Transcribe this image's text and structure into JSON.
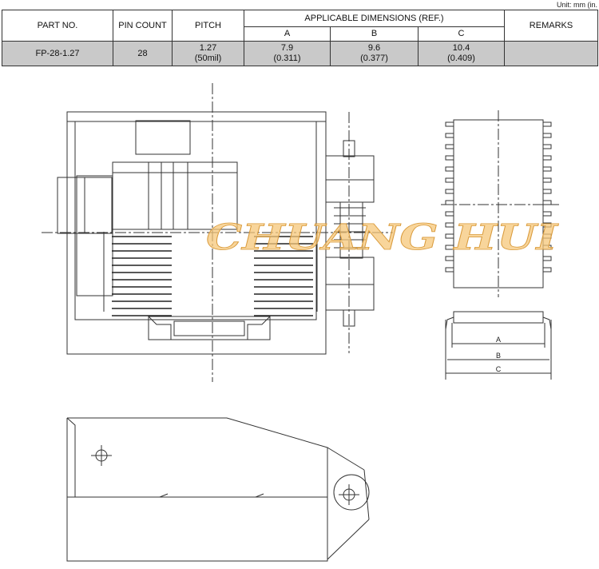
{
  "unit_note": "Unit: mm (in.",
  "table": {
    "headers": {
      "part_no": "PART NO.",
      "pin_count": "PIN COUNT",
      "pitch": "PITCH",
      "dimensions": "APPLICABLE DIMENSIONS (REF.)",
      "col_a": "A",
      "col_b": "B",
      "col_c": "C",
      "remarks": "REMARKS"
    },
    "row": {
      "part_no": "FP-28-1.27",
      "pin_count": "28",
      "pitch_mm": "1.27",
      "pitch_mil": "(50mil)",
      "a_mm": "7.9",
      "a_in": "(0.311)",
      "b_mm": "9.6",
      "b_in": "(0.377)",
      "c_mm": "10.4",
      "c_in": "(0.409)",
      "remarks": ""
    }
  },
  "watermark": "CHUANG HUI",
  "dimension_labels": {
    "a": "A",
    "b": "B",
    "c": "C"
  }
}
